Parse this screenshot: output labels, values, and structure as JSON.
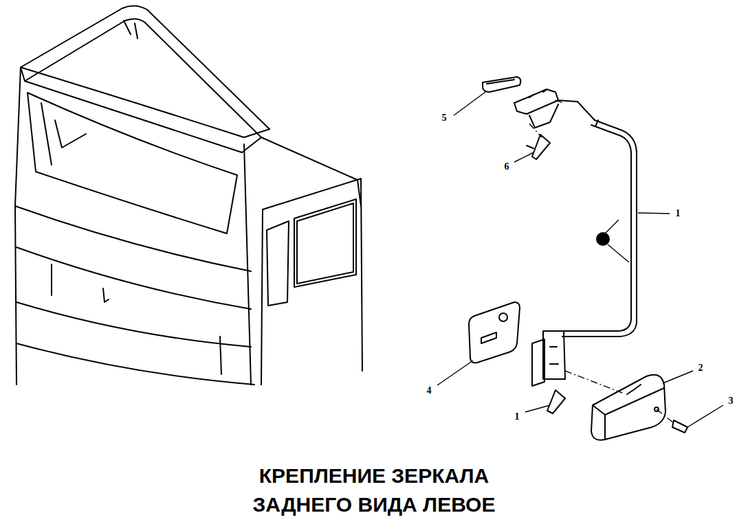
{
  "diagram": {
    "title": "КРЕПЛЕНИЕ ЗЕРКАЛА ЗАДНЕГО ВИДА ЛЕВОЕ",
    "labels": [
      "5",
      "6",
      "1",
      "4",
      "2",
      "1",
      "3"
    ]
  }
}
